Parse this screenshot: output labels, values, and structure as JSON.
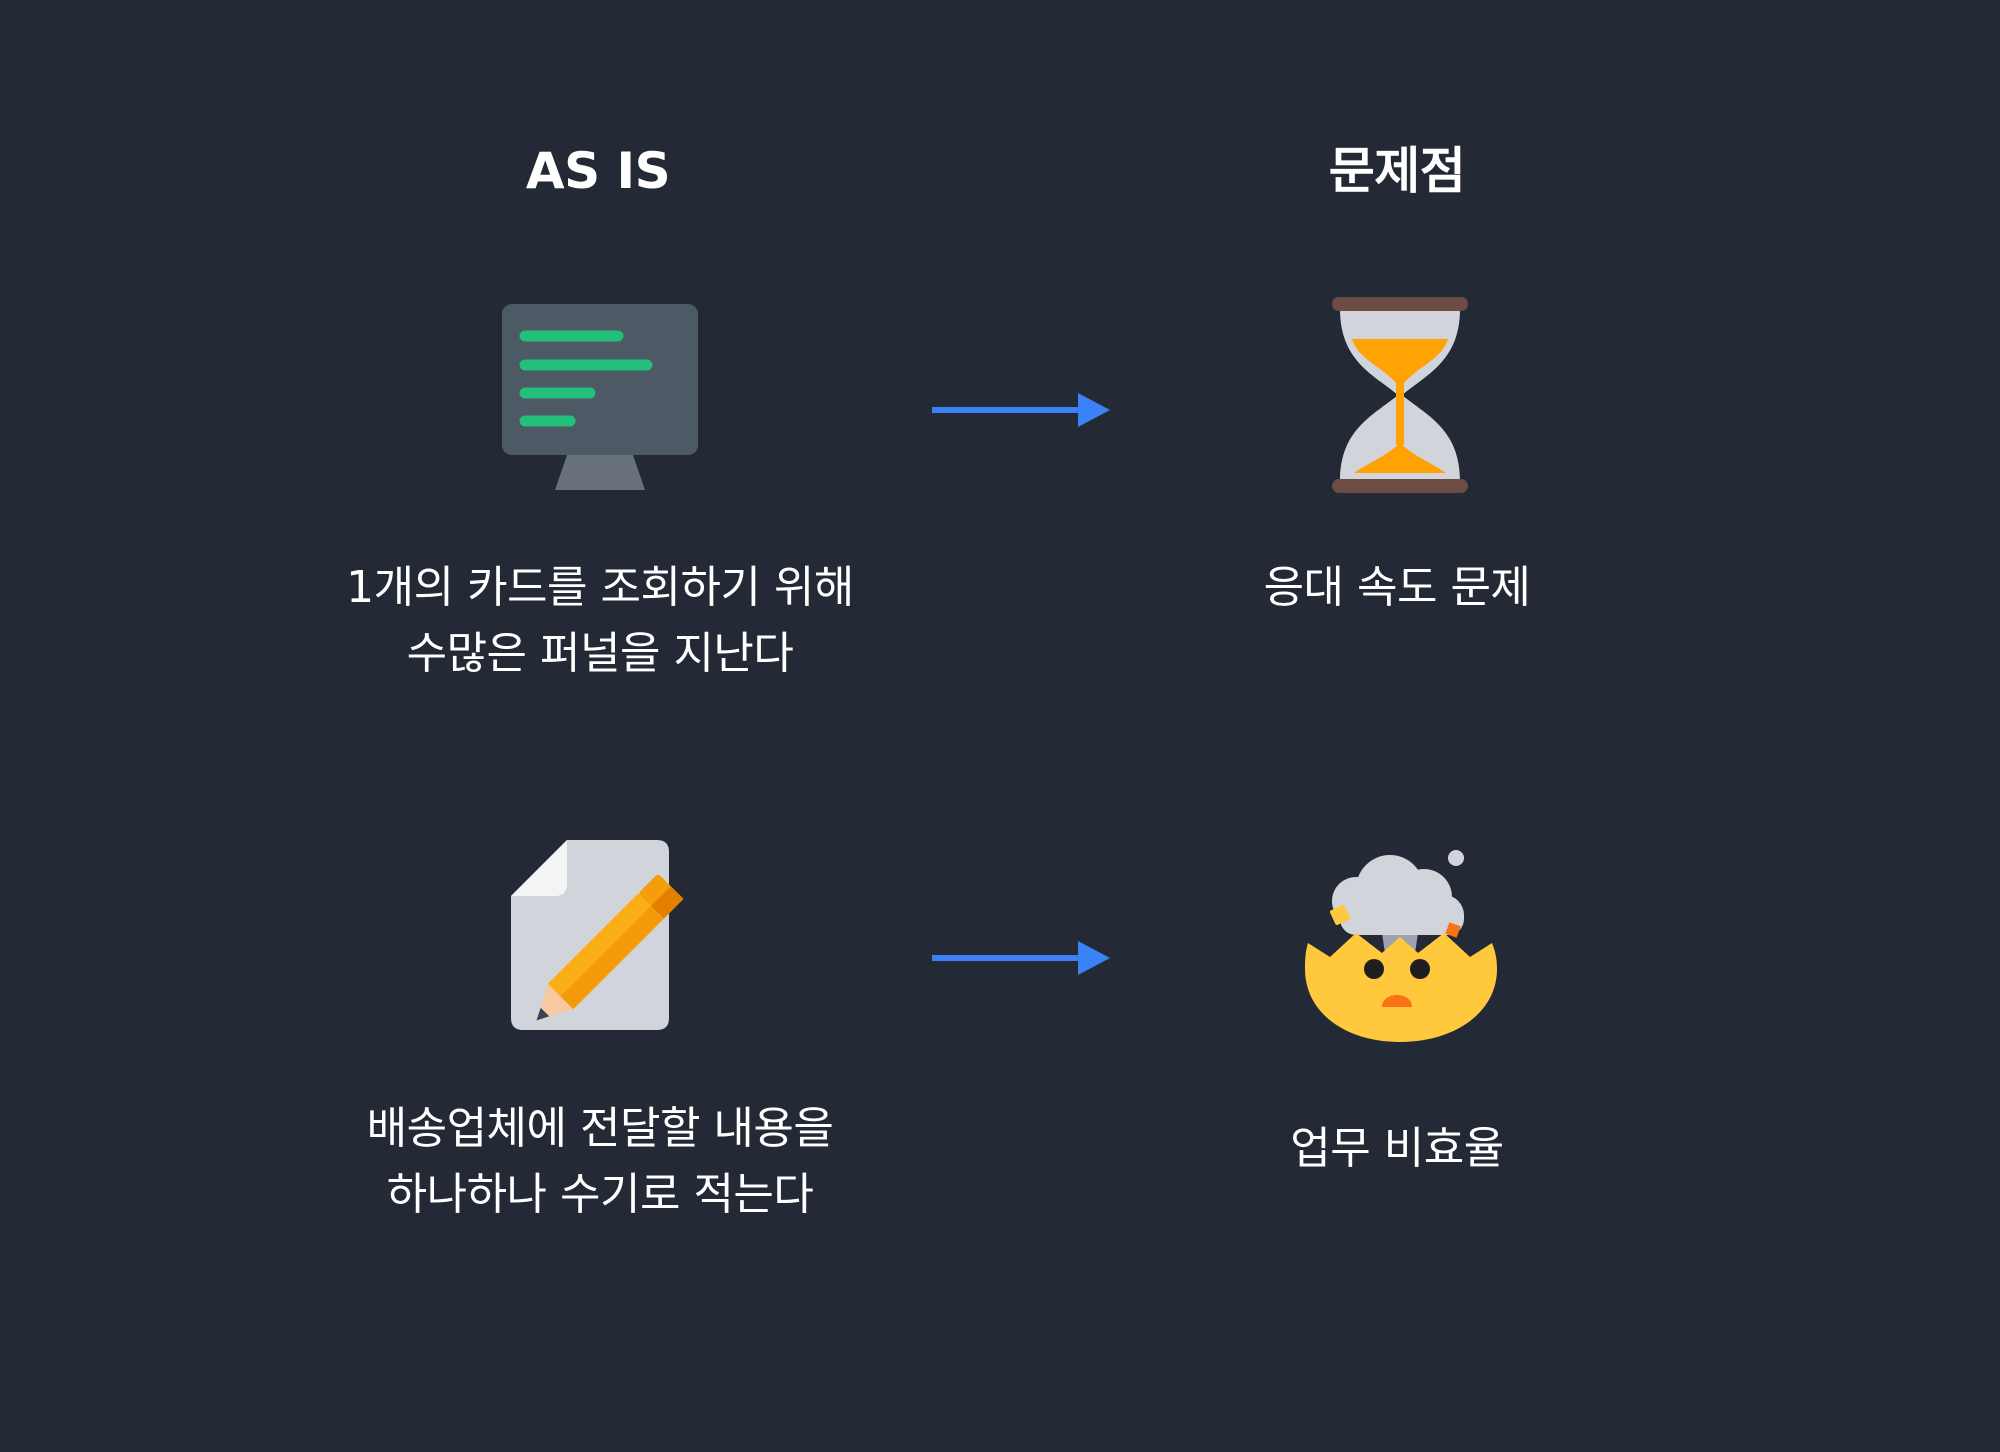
{
  "headers": {
    "as_is": "AS IS",
    "problem": "문제점"
  },
  "rows": [
    {
      "as_is_icon": "computer-monitor-icon",
      "as_is_lines": [
        "1개의 카드를 조회하기 위해",
        "수많은 퍼널을 지난다"
      ],
      "problem_icon": "hourglass-icon",
      "problem_lines": [
        "응대 속도 문제"
      ]
    },
    {
      "as_is_icon": "document-pencil-icon",
      "as_is_lines": [
        "배송업체에 전달할 내용을",
        "하나하나 수기로 적는다"
      ],
      "problem_icon": "exploding-head-icon",
      "problem_lines": [
        "업무 비효율"
      ]
    }
  ],
  "colors": {
    "background": "#232a35",
    "arrow": "#3b82f6",
    "text": "#ffffff"
  }
}
